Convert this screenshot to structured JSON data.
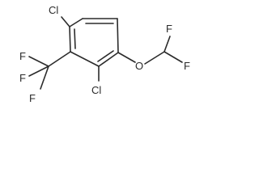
{
  "molecule": {
    "atoms": {
      "cl_top": "Cl",
      "cl_bottom": "Cl",
      "f_cf3_a": "F",
      "f_cf3_b": "F",
      "f_cf3_c": "F",
      "o_ether": "O",
      "f_chf2_a": "F",
      "f_chf2_b": "F"
    }
  }
}
